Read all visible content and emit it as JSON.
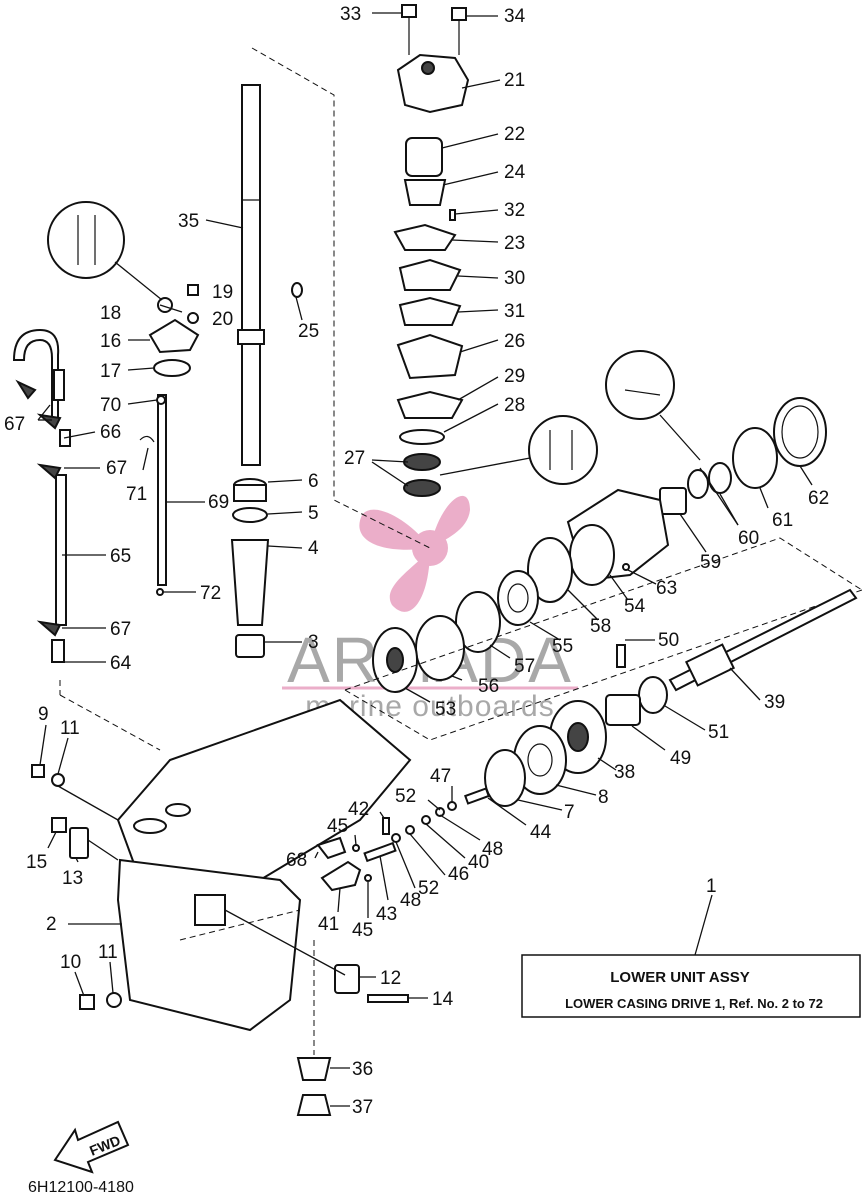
{
  "labels": [
    {
      "id": "33",
      "text": "33"
    },
    {
      "id": "34",
      "text": "34"
    },
    {
      "id": "21",
      "text": "21"
    },
    {
      "id": "22",
      "text": "22"
    },
    {
      "id": "24",
      "text": "24"
    },
    {
      "id": "32",
      "text": "32"
    },
    {
      "id": "23",
      "text": "23"
    },
    {
      "id": "30",
      "text": "30"
    },
    {
      "id": "31",
      "text": "31"
    },
    {
      "id": "26",
      "text": "26"
    },
    {
      "id": "29",
      "text": "29"
    },
    {
      "id": "28",
      "text": "28"
    },
    {
      "id": "27",
      "text": "27"
    },
    {
      "id": "35",
      "text": "35"
    },
    {
      "id": "19",
      "text": "19"
    },
    {
      "id": "18",
      "text": "18"
    },
    {
      "id": "20",
      "text": "20"
    },
    {
      "id": "25",
      "text": "25"
    },
    {
      "id": "16",
      "text": "16"
    },
    {
      "id": "17",
      "text": "17"
    },
    {
      "id": "70",
      "text": "70"
    },
    {
      "id": "66",
      "text": "66"
    },
    {
      "id": "67a",
      "text": "67"
    },
    {
      "id": "67b",
      "text": "67"
    },
    {
      "id": "71",
      "text": "71"
    },
    {
      "id": "69",
      "text": "69"
    },
    {
      "id": "6",
      "text": "6"
    },
    {
      "id": "5",
      "text": "5"
    },
    {
      "id": "4",
      "text": "4"
    },
    {
      "id": "65",
      "text": "65"
    },
    {
      "id": "72",
      "text": "72"
    },
    {
      "id": "67c",
      "text": "67"
    },
    {
      "id": "3",
      "text": "3"
    },
    {
      "id": "64",
      "text": "64"
    },
    {
      "id": "62",
      "text": "62"
    },
    {
      "id": "61",
      "text": "61"
    },
    {
      "id": "60",
      "text": "60"
    },
    {
      "id": "59",
      "text": "59"
    },
    {
      "id": "63",
      "text": "63"
    },
    {
      "id": "54",
      "text": "54"
    },
    {
      "id": "58",
      "text": "58"
    },
    {
      "id": "55",
      "text": "55"
    },
    {
      "id": "57",
      "text": "57"
    },
    {
      "id": "56",
      "text": "56"
    },
    {
      "id": "53",
      "text": "53"
    },
    {
      "id": "50",
      "text": "50"
    },
    {
      "id": "39",
      "text": "39"
    },
    {
      "id": "51",
      "text": "51"
    },
    {
      "id": "49",
      "text": "49"
    },
    {
      "id": "38",
      "text": "38"
    },
    {
      "id": "8",
      "text": "8"
    },
    {
      "id": "7",
      "text": "7"
    },
    {
      "id": "47",
      "text": "47"
    },
    {
      "id": "52a",
      "text": "52"
    },
    {
      "id": "42",
      "text": "42"
    },
    {
      "id": "45a",
      "text": "45"
    },
    {
      "id": "44",
      "text": "44"
    },
    {
      "id": "48a",
      "text": "48"
    },
    {
      "id": "40",
      "text": "40"
    },
    {
      "id": "46",
      "text": "46"
    },
    {
      "id": "68",
      "text": "68"
    },
    {
      "id": "52b",
      "text": "52"
    },
    {
      "id": "48b",
      "text": "48"
    },
    {
      "id": "43",
      "text": "43"
    },
    {
      "id": "41",
      "text": "41"
    },
    {
      "id": "45b",
      "text": "45"
    },
    {
      "id": "9",
      "text": "9"
    },
    {
      "id": "11a",
      "text": "11"
    },
    {
      "id": "15",
      "text": "15"
    },
    {
      "id": "13",
      "text": "13"
    },
    {
      "id": "2",
      "text": "2"
    },
    {
      "id": "1",
      "text": "1"
    },
    {
      "id": "10",
      "text": "10"
    },
    {
      "id": "11b",
      "text": "11"
    },
    {
      "id": "12",
      "text": "12"
    },
    {
      "id": "14",
      "text": "14"
    },
    {
      "id": "36",
      "text": "36"
    },
    {
      "id": "37",
      "text": "37"
    }
  ],
  "info_box": {
    "title": "LOWER UNIT ASSY",
    "subtitle": "LOWER CASING DRIVE 1,  Ref. No. 2 to 72"
  },
  "watermark": {
    "brand": "ARMADA",
    "tagline": "marine outboards",
    "accent_color": "#e8a0c0"
  },
  "fwd_label": "FWD",
  "drawing_code": "6H12100-4180"
}
